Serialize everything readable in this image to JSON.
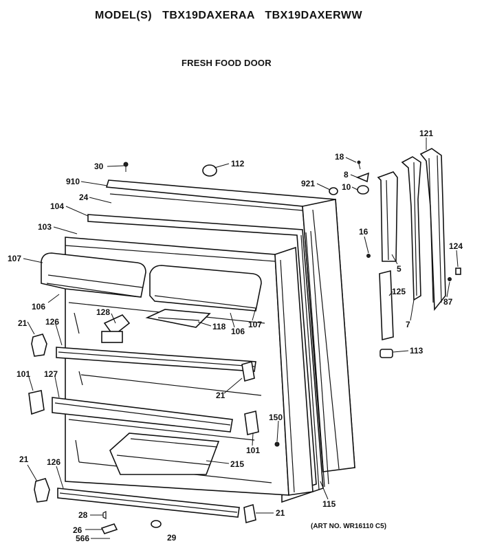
{
  "header": {
    "model_prefix": "MODEL(S)",
    "model_1": "TBX19DAXERAA",
    "model_2": "TBX19DAXERWW",
    "section_title": "FRESH FOOD DOOR"
  },
  "footer": {
    "art_number": "(ART NO. WR16110 C5)"
  },
  "callouts": [
    "30",
    "112",
    "910",
    "24",
    "104",
    "103",
    "107",
    "106",
    "128",
    "118",
    "106",
    "107",
    "21",
    "126",
    "101",
    "127",
    "21",
    "150",
    "101",
    "215",
    "21",
    "126",
    "28",
    "26",
    "566",
    "29",
    "21",
    "115",
    "121",
    "18",
    "8",
    "921",
    "10",
    "16",
    "5",
    "125",
    "7",
    "124",
    "87",
    "113"
  ]
}
